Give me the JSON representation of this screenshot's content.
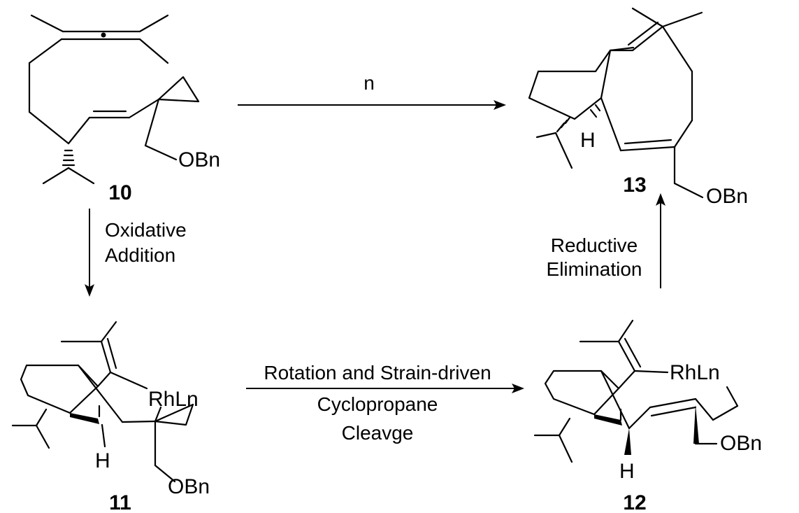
{
  "compounds": {
    "c10": {
      "number": "10",
      "groups": {
        "obn": "OBn"
      }
    },
    "c11": {
      "number": "11",
      "groups": {
        "metal": "RhLn",
        "h": "H",
        "obn": "OBn"
      }
    },
    "c12": {
      "number": "12",
      "groups": {
        "metal": "RhLn",
        "h": "H",
        "obn": "OBn"
      }
    },
    "c13": {
      "number": "13",
      "groups": {
        "h": "H",
        "obn": "OBn"
      }
    }
  },
  "steps": {
    "top": {
      "label": "n"
    },
    "oxidative_addition": {
      "line1": "Oxidative",
      "line2": "Addition"
    },
    "cleavage": {
      "line1": "Rotation and Strain-driven",
      "line2": "Cyclopropane",
      "line3": "Cleavge"
    },
    "reductive_elimination": {
      "line1": "Reductive",
      "line2": "Elimination"
    }
  },
  "colors": {
    "ink": "#000000",
    "background": "#ffffff"
  }
}
